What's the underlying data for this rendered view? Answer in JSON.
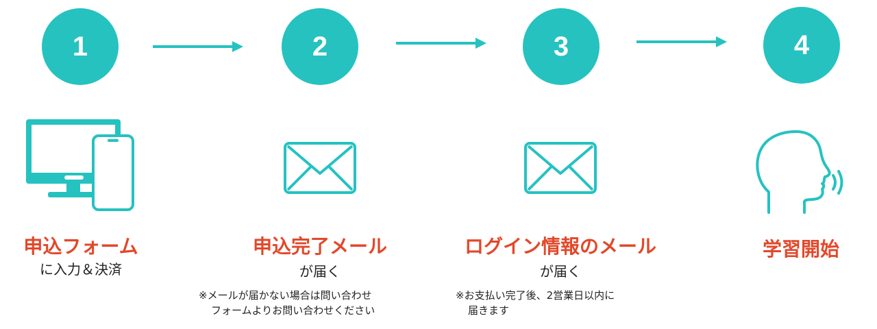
{
  "steps": [
    {
      "number": "1",
      "title": "申込フォーム",
      "subtitle": "に入力＆決済",
      "icon": "computer-phone-icon"
    },
    {
      "number": "2",
      "title": "申込完了メール",
      "subtitle": "が届く",
      "icon": "mail-icon",
      "note_line1": "※メールが届かない場合は問い合わせ",
      "note_line2": "フォームよりお問い合わせください"
    },
    {
      "number": "3",
      "title": "ログイン情報のメール",
      "subtitle": "が届く",
      "icon": "mail-icon",
      "note_line1": "※お支払い完了後、2営業日以内に",
      "note_line2": "届きます"
    },
    {
      "number": "4",
      "title": "学習開始",
      "icon": "speaking-head-icon"
    }
  ],
  "colors": {
    "accent": "#25c2c0",
    "title": "#e2482a",
    "text": "#222222"
  }
}
